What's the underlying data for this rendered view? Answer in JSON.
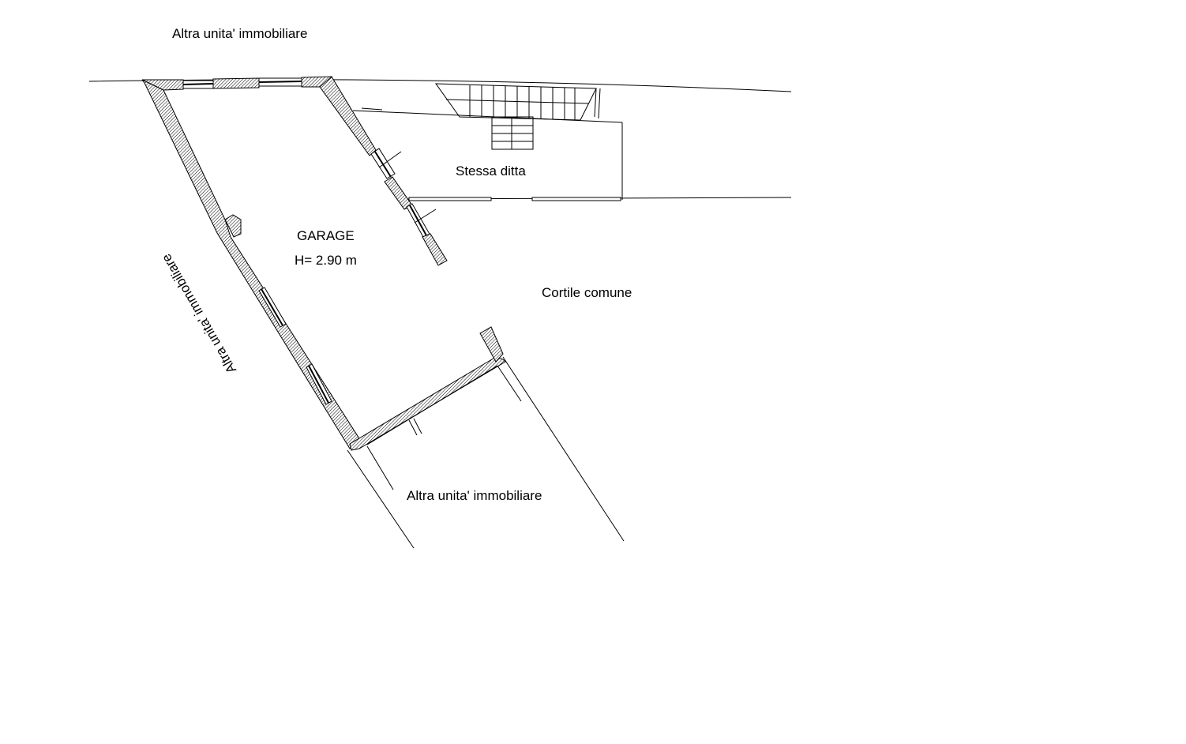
{
  "labels": {
    "top_neighbor": "Altra unita' immobiliare",
    "side_neighbor": "Altra unita' immobiliare",
    "bottom_neighbor": "Altra unita' immobiliare",
    "same_owner": "Stessa ditta",
    "room_name": "GARAGE",
    "room_height": "H= 2.90 m",
    "courtyard": "Cortile comune"
  },
  "colors": {
    "line": "#000000",
    "background": "#ffffff"
  }
}
